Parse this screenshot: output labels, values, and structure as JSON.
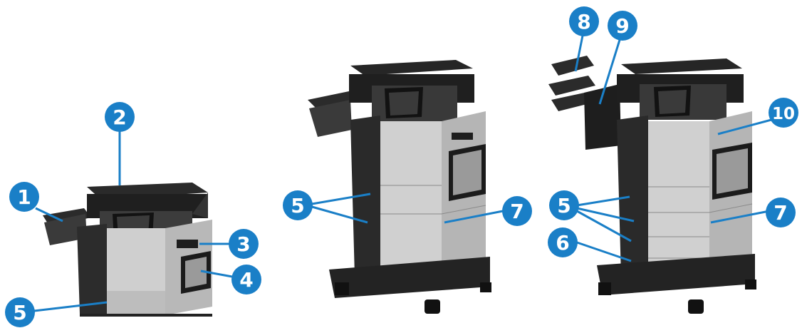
{
  "colors": {
    "callout": "#1a7fc7",
    "callout_text": "#ffffff",
    "leader_line": "#1a7fc7",
    "body_light": "#d4d4d4",
    "body_dark": "#2e2e2e",
    "trim": "#1c1c1c"
  },
  "callouts": [
    {
      "id": "c1",
      "label": "1"
    },
    {
      "id": "c2",
      "label": "2"
    },
    {
      "id": "c3",
      "label": "3"
    },
    {
      "id": "c4",
      "label": "4"
    },
    {
      "id": "c5a",
      "label": "5"
    },
    {
      "id": "c5b",
      "label": "5"
    },
    {
      "id": "c7a",
      "label": "7"
    },
    {
      "id": "c8",
      "label": "8"
    },
    {
      "id": "c9",
      "label": "9"
    },
    {
      "id": "c10",
      "label": "10"
    },
    {
      "id": "c5c",
      "label": "5"
    },
    {
      "id": "c6",
      "label": "6"
    },
    {
      "id": "c7b",
      "label": "7"
    }
  ],
  "printers": [
    {
      "id": "base-model",
      "icon": "printer-base-icon"
    },
    {
      "id": "stand-model",
      "icon": "printer-with-stand-icon"
    },
    {
      "id": "stapler-model",
      "icon": "printer-with-stapler-icon"
    }
  ]
}
